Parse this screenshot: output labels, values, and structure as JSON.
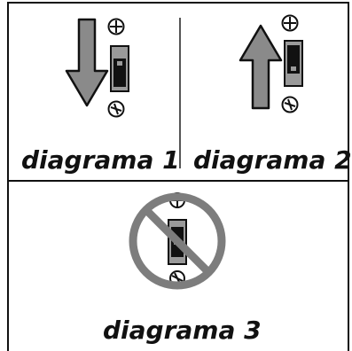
{
  "panels": [
    {
      "label": "diagrama 1",
      "arrow": "down",
      "switch_state": "down",
      "prohibited": false
    },
    {
      "label": "diagrama 2",
      "arrow": "up",
      "switch_state": "up",
      "prohibited": false
    },
    {
      "label": "diagrama 3",
      "arrow": "none",
      "switch_state": "middle",
      "prohibited": true
    }
  ],
  "colors": {
    "arrow_fill": "#8a8a8a",
    "switch_plate": "#9a9a9a",
    "toggle": "#111111",
    "prohibition": "#7d7d7d",
    "outline": "#111111"
  },
  "icons": {
    "arrow_down": "arrow-down-icon",
    "arrow_up": "arrow-up-icon",
    "screw": "screw-icon",
    "prohibition": "prohibition-icon"
  }
}
